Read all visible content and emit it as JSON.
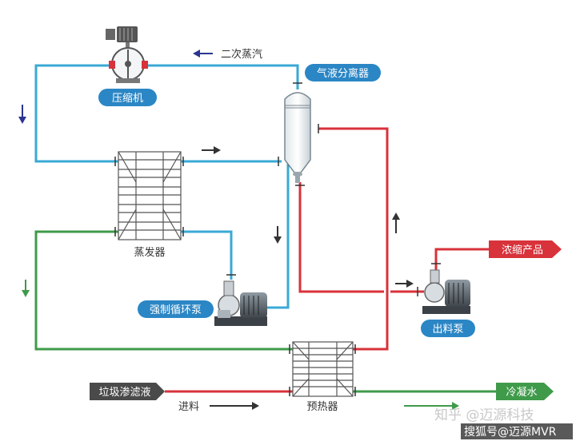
{
  "labels": {
    "secondary_steam": "二次蒸汽",
    "compressor": "压缩机",
    "separator": "气液分离器",
    "evaporator": "蒸发器",
    "circulation_pump": "强制循环泵",
    "concentrate_product": "浓缩产品",
    "discharge_pump": "出料泵",
    "leachate": "垃圾渗滤液",
    "feed": "进料",
    "preheater": "预热器",
    "condensate": "冷凝水"
  },
  "watermark": {
    "top": "知乎 @迈源科技",
    "bottom": "搜狐号@迈源MVR"
  },
  "colors": {
    "steam_blue": "#3aa9d6",
    "hot_red": "#d8323a",
    "condensate_green": "#3f9a4a",
    "pill_blue": "#2b86c5",
    "dark_arrow": "#2a3590"
  }
}
